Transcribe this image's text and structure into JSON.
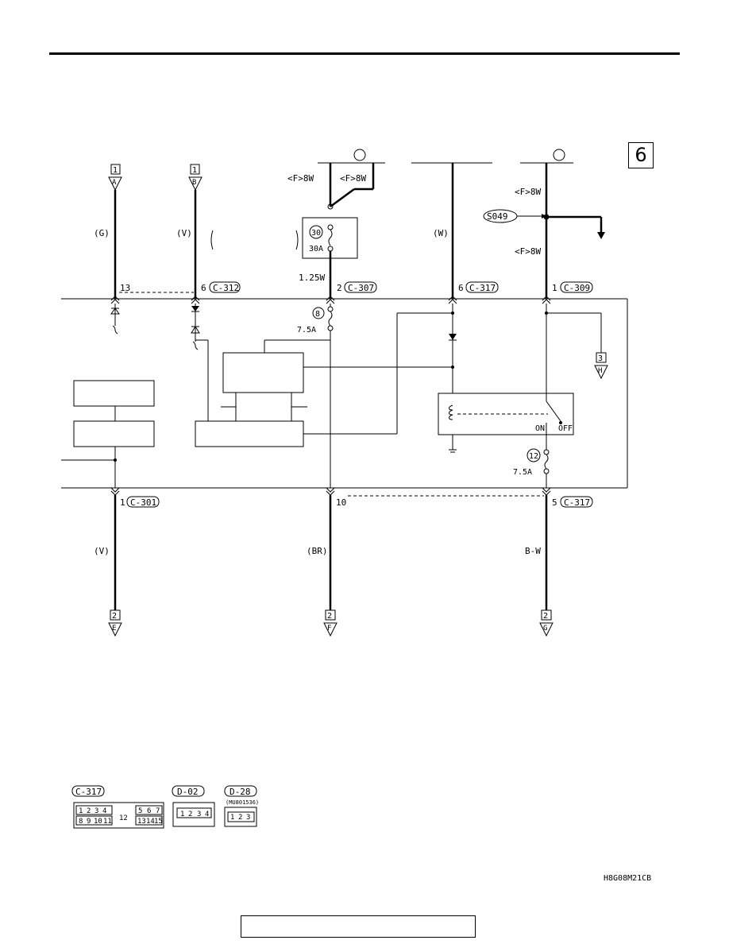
{
  "page_ref": "6",
  "doc_code": "H8G08M21CB",
  "connectors_top": {
    "c312": {
      "pin_left": "13",
      "pin": "6",
      "label": "C-312"
    },
    "c307": {
      "pin": "2",
      "label": "C-307"
    },
    "c317a": {
      "pin": "6",
      "label": "C-317"
    },
    "c309": {
      "pin": "1",
      "label": "C-309"
    }
  },
  "connectors_bottom": {
    "c301": {
      "pin": "1",
      "label": "C-301"
    },
    "mid": {
      "pin": "10"
    },
    "c317b": {
      "pin": "5",
      "label": "C-317"
    }
  },
  "wire_labels": {
    "g": "(G)",
    "v": "(V)",
    "w": "(W)",
    "f8w": "<F>8W",
    "w125": "1.25W",
    "v_bottom": "(V)",
    "br": "(BR)",
    "bw": "B-W"
  },
  "fuses": {
    "f30": {
      "num": "30",
      "rating": "30A"
    },
    "f8": {
      "num": "8",
      "rating": "7.5A"
    },
    "f12": {
      "num": "12",
      "rating": "7.5A"
    }
  },
  "splice": "S049",
  "relay": {
    "on": "ON",
    "off": "OFF"
  },
  "refs": {
    "top_a": {
      "num": "1",
      "letter": "A"
    },
    "top_b": {
      "num": "1",
      "letter": "B"
    },
    "right_h": {
      "num": "3",
      "letter": "H"
    },
    "bottom_e": {
      "num": "2",
      "letter": "E"
    },
    "bottom_f": {
      "num": "2",
      "letter": "F"
    },
    "bottom_g": {
      "num": "2",
      "letter": "G"
    }
  },
  "connector_views": {
    "c317": {
      "label": "C-317",
      "row1": [
        "1",
        "2",
        "3",
        "4",
        "5",
        "6",
        "7"
      ],
      "row2": [
        "8",
        "9",
        "10",
        "11",
        "13",
        "14",
        "15"
      ],
      "center": "12"
    },
    "d02": {
      "label": "D-02",
      "pins": [
        "1",
        "2",
        "3",
        "4"
      ]
    },
    "d28": {
      "label": "D-28",
      "part": "(MU801536)",
      "pins": [
        "1",
        "2",
        "3"
      ]
    }
  }
}
